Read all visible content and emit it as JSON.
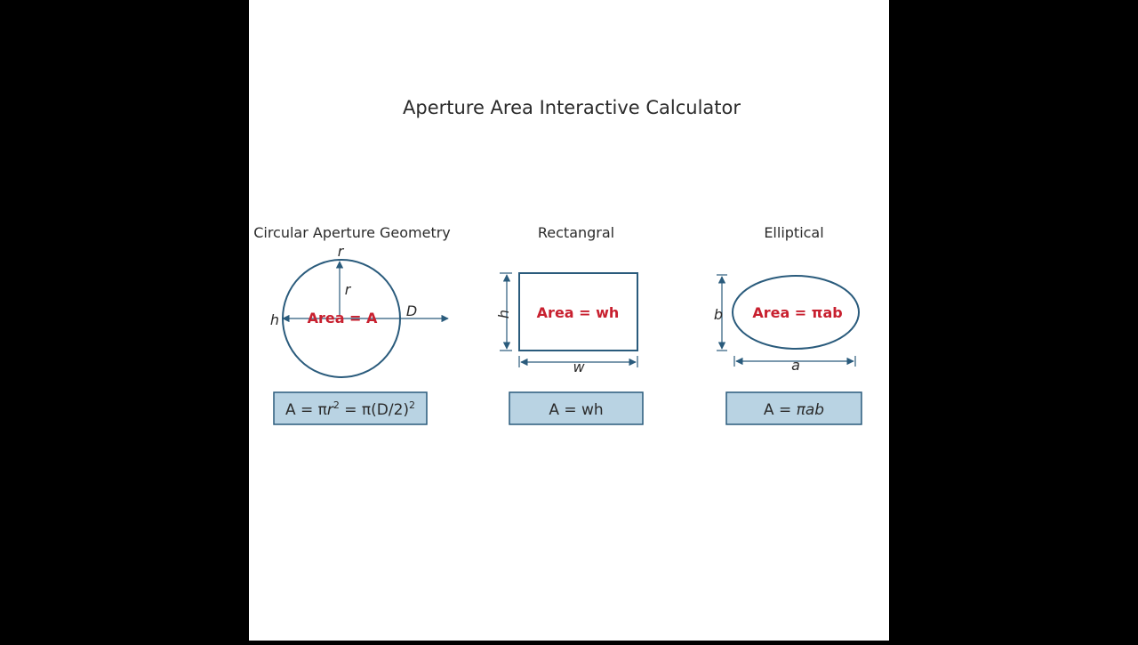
{
  "title": "Aperture Area Interactive Calculator",
  "colors": {
    "background": "#000000",
    "panel": "#ffffff",
    "shape_stroke": "#2a5b7c",
    "area_text": "#c8202f",
    "formula_box": "#b9d3e3"
  },
  "circular": {
    "heading": "Circular Aperture Geometry",
    "label_r_top": "r",
    "label_r_inner": "r",
    "label_h": "h",
    "label_D": "D",
    "area_label": "Area = A",
    "formula": {
      "a": "A = π",
      "b": "r",
      "c": "2",
      "d": " = π(D/2)",
      "e": "2"
    }
  },
  "rectangular": {
    "heading": "Rectangral",
    "label_h": "h",
    "label_w": "w",
    "area_label": "Area = wh",
    "formula": "A = wh"
  },
  "elliptical": {
    "heading": "Elliptical",
    "label_b": "b",
    "label_a": "a",
    "area_label": "Area = πab",
    "formula": {
      "a": "A = ",
      "b": "πab"
    }
  }
}
